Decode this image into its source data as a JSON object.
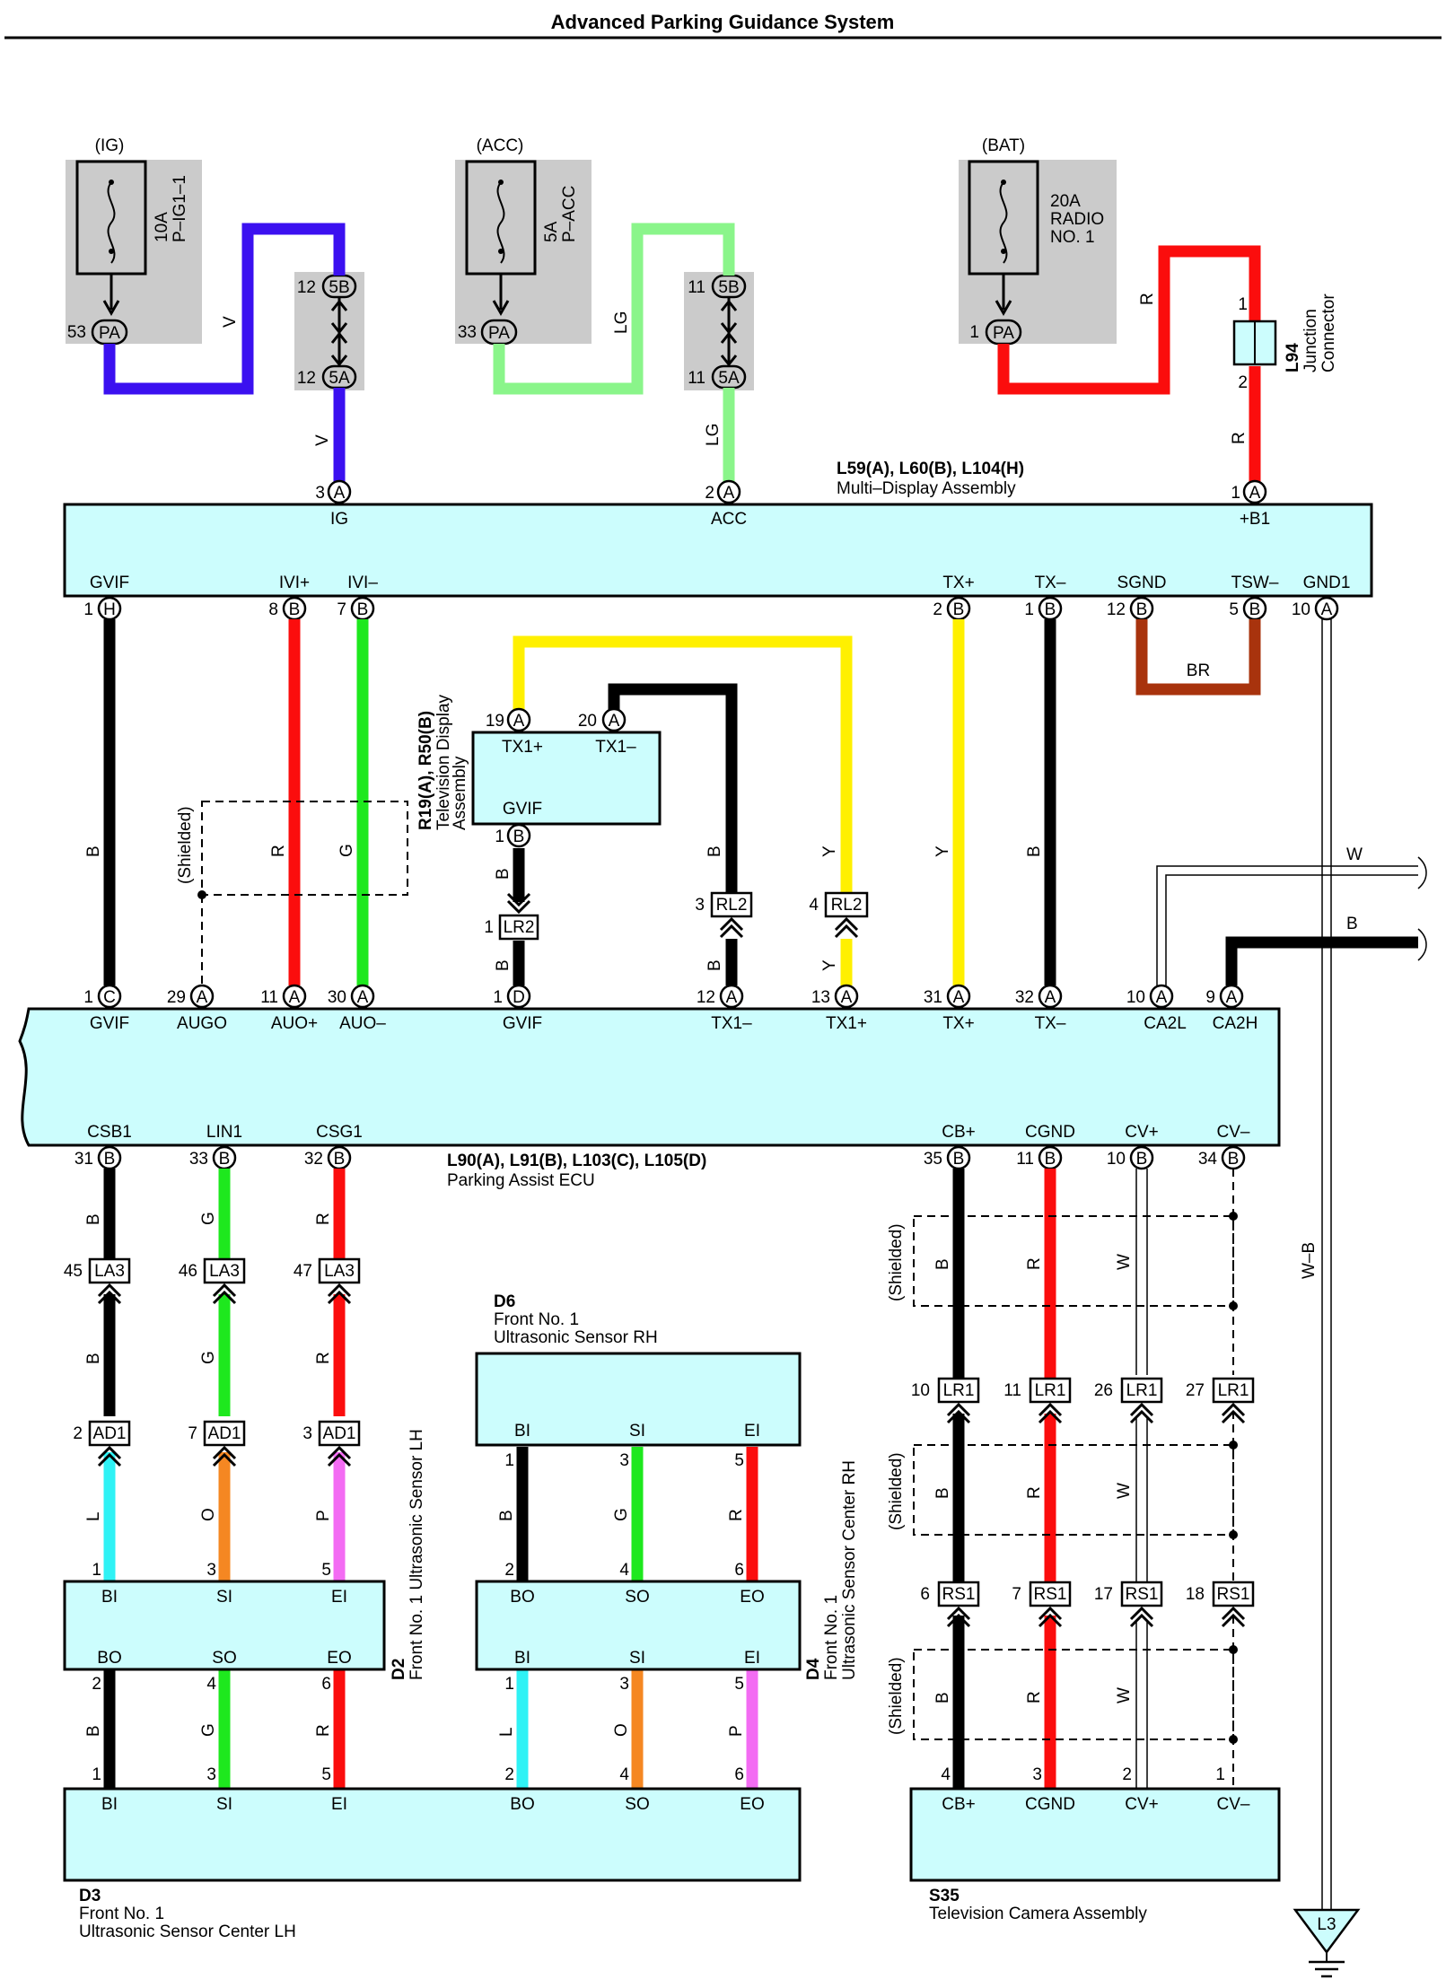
{
  "title": "Advanced Parking Guidance System",
  "colors": {
    "box_fill": "#ccfdfd",
    "fuse_bg": "#cbcbcb",
    "V": "#3b10f0",
    "LG": "#8af58a",
    "R": "#fb0d0d",
    "B": "#000000",
    "G": "#1ee81e",
    "Y": "#fff000",
    "BR": "#a8330d",
    "L": "#2ff2f5",
    "O": "#f58722",
    "P": "#f36cf3",
    "W": "#ffffff"
  },
  "fuses": [
    {
      "id": "ig",
      "header": "(IG)",
      "rating": [
        "10A",
        "P–IG1–1"
      ],
      "pin": "53",
      "connector": "PA"
    },
    {
      "id": "acc",
      "header": "(ACC)",
      "rating": [
        "5A",
        "P–ACC"
      ],
      "pin": "33",
      "connector": "PA"
    },
    {
      "id": "bat",
      "header": "(BAT)",
      "rating": [
        "20A",
        "RADIO",
        "NO. 1"
      ],
      "pin": "1",
      "connector": "PA"
    }
  ],
  "inline_connectors": [
    {
      "upper_pin": "12",
      "upper": "5B",
      "lower_pin": "12",
      "lower": "5A"
    },
    {
      "upper_pin": "11",
      "upper": "5B",
      "lower_pin": "11",
      "lower": "5A"
    }
  ],
  "junction": {
    "code": "L94",
    "name": [
      "Junction",
      "Connector"
    ],
    "pin_top": "1",
    "pin_bottom": "2"
  },
  "multi_display": {
    "codes": "L59(A), L60(B), L104(H)",
    "name": "Multi–Display Assembly",
    "top_pins": [
      {
        "num": "3",
        "conn": "A",
        "label": "IG"
      },
      {
        "num": "2",
        "conn": "A",
        "label": "ACC"
      },
      {
        "num": "1",
        "conn": "A",
        "label": "+B1"
      }
    ],
    "bottom_pins": [
      {
        "num": "1",
        "conn": "H",
        "label": "GVIF"
      },
      {
        "num": "8",
        "conn": "B",
        "label": "IVI+"
      },
      {
        "num": "7",
        "conn": "B",
        "label": "IVI–"
      },
      {
        "num": "2",
        "conn": "B",
        "label": "TX+"
      },
      {
        "num": "1",
        "conn": "B",
        "label": "TX–"
      },
      {
        "num": "12",
        "conn": "B",
        "label": "SGND"
      },
      {
        "num": "5",
        "conn": "B",
        "label": "TSW–"
      },
      {
        "num": "10",
        "conn": "A",
        "label": "GND1"
      }
    ]
  },
  "tv_display": {
    "codes": "R19(A), R50(B)",
    "name": [
      "Television Display",
      "Assembly"
    ],
    "pins": [
      {
        "num": "19",
        "conn": "A",
        "label": "TX1+"
      },
      {
        "num": "20",
        "conn": "A",
        "label": "TX1–"
      },
      {
        "num": "1",
        "conn": "B",
        "label": "GVIF"
      }
    ]
  },
  "parking_ecu": {
    "codes": "L90(A), L91(B), L103(C), L105(D)",
    "name": "Parking Assist ECU",
    "top_pins": [
      {
        "num": "1",
        "conn": "C",
        "label": "GVIF"
      },
      {
        "num": "29",
        "conn": "A",
        "label": "AUGO"
      },
      {
        "num": "11",
        "conn": "A",
        "label": "AUO+"
      },
      {
        "num": "30",
        "conn": "A",
        "label": "AUO–"
      },
      {
        "num": "1",
        "conn": "D",
        "label": "GVIF"
      },
      {
        "num": "12",
        "conn": "A",
        "label": "TX1–"
      },
      {
        "num": "13",
        "conn": "A",
        "label": "TX1+"
      },
      {
        "num": "31",
        "conn": "A",
        "label": "TX+"
      },
      {
        "num": "32",
        "conn": "A",
        "label": "TX–"
      },
      {
        "num": "10",
        "conn": "A",
        "label": "CA2L"
      },
      {
        "num": "9",
        "conn": "A",
        "label": "CA2H"
      }
    ],
    "bottom_pins": [
      {
        "num": "31",
        "conn": "B",
        "label": "CSB1"
      },
      {
        "num": "33",
        "conn": "B",
        "label": "LIN1"
      },
      {
        "num": "32",
        "conn": "B",
        "label": "CSG1"
      },
      {
        "num": "35",
        "conn": "B",
        "label": "CB+"
      },
      {
        "num": "11",
        "conn": "B",
        "label": "CGND"
      },
      {
        "num": "10",
        "conn": "B",
        "label": "CV+"
      },
      {
        "num": "34",
        "conn": "B",
        "label": "CV–"
      }
    ]
  },
  "wire_labels": {
    "ig1": "V",
    "ig2": "V",
    "acc1": "LG",
    "acc2": "LG",
    "bat1": "R",
    "bat2": "R",
    "gvif": "B",
    "ivip": "R",
    "ivin": "G",
    "tx1n": "B",
    "tx1p": "Y",
    "txp": "Y",
    "txn": "B",
    "br": "BR",
    "w": "W",
    "b": "B",
    "gvif2a": "B",
    "gvif2b": "B",
    "tx1n_b": "B",
    "tx1p_b": "Y",
    "gnd": "W–B",
    "shielded": "(Shielded)"
  },
  "connectors_mid": [
    {
      "num": "1",
      "id": "LR2"
    },
    {
      "num": "3",
      "id": "RL2"
    },
    {
      "num": "4",
      "id": "RL2"
    }
  ],
  "lh_chain": {
    "la3": [
      {
        "num": "45",
        "id": "LA3"
      },
      {
        "num": "46",
        "id": "LA3"
      },
      {
        "num": "47",
        "id": "LA3"
      }
    ],
    "ad1": [
      {
        "num": "2",
        "id": "AD1"
      },
      {
        "num": "7",
        "id": "AD1"
      },
      {
        "num": "3",
        "id": "AD1"
      }
    ],
    "wire_top": [
      "B",
      "G",
      "R"
    ],
    "wire_mid": [
      "B",
      "G",
      "R"
    ],
    "wire_low": [
      "L",
      "O",
      "P"
    ],
    "pins_in": [
      "1",
      "3",
      "5"
    ],
    "pins_out": [
      "2",
      "4",
      "6"
    ],
    "pins_d3": [
      "1",
      "3",
      "5"
    ],
    "wire_d2d3": [
      "B",
      "G",
      "R"
    ]
  },
  "sensor_d2": {
    "code": "D2",
    "name": "Front No. 1 Ultrasonic Sensor LH",
    "top": [
      "BI",
      "SI",
      "EI"
    ],
    "bottom": [
      "BO",
      "SO",
      "EO"
    ]
  },
  "sensor_d6": {
    "code": "D6",
    "name": [
      "Front No. 1",
      "Ultrasonic Sensor RH"
    ],
    "pins": [
      "BI",
      "SI",
      "EI"
    ],
    "pin_nums_top": [
      "1",
      "3",
      "5"
    ],
    "pin_nums_bot": [
      "2",
      "4",
      "6"
    ],
    "wires": [
      "B",
      "G",
      "R"
    ]
  },
  "sensor_d4": {
    "code": "D4",
    "name": [
      "Front No. 1",
      "Ultrasonic Sensor Center RH"
    ],
    "top": [
      "BO",
      "SO",
      "EO"
    ],
    "bottom": [
      "BI",
      "SI",
      "EI"
    ],
    "pin_nums": [
      "1",
      "3",
      "5"
    ],
    "pin_nums_bot": [
      "2",
      "4",
      "6"
    ],
    "wires": [
      "L",
      "O",
      "P"
    ]
  },
  "sensor_d3": {
    "code": "D3",
    "name": [
      "Front No. 1",
      "Ultrasonic Sensor Center LH"
    ],
    "pins": [
      "BI",
      "SI",
      "EI",
      "BO",
      "SO",
      "EO"
    ]
  },
  "camera_chain": {
    "lr1": [
      {
        "num": "10",
        "id": "LR1"
      },
      {
        "num": "11",
        "id": "LR1"
      },
      {
        "num": "26",
        "id": "LR1"
      },
      {
        "num": "27",
        "id": "LR1"
      }
    ],
    "rs1": [
      {
        "num": "6",
        "id": "RS1"
      },
      {
        "num": "7",
        "id": "RS1"
      },
      {
        "num": "17",
        "id": "RS1"
      },
      {
        "num": "18",
        "id": "RS1"
      }
    ],
    "wires": [
      "B",
      "R",
      "W"
    ],
    "cam_pins": [
      "4",
      "3",
      "2",
      "1"
    ]
  },
  "camera": {
    "code": "S35",
    "name": "Television Camera Assembly",
    "pins": [
      "CB+",
      "CGND",
      "CV+",
      "CV–"
    ]
  },
  "ground": {
    "id": "L3"
  }
}
